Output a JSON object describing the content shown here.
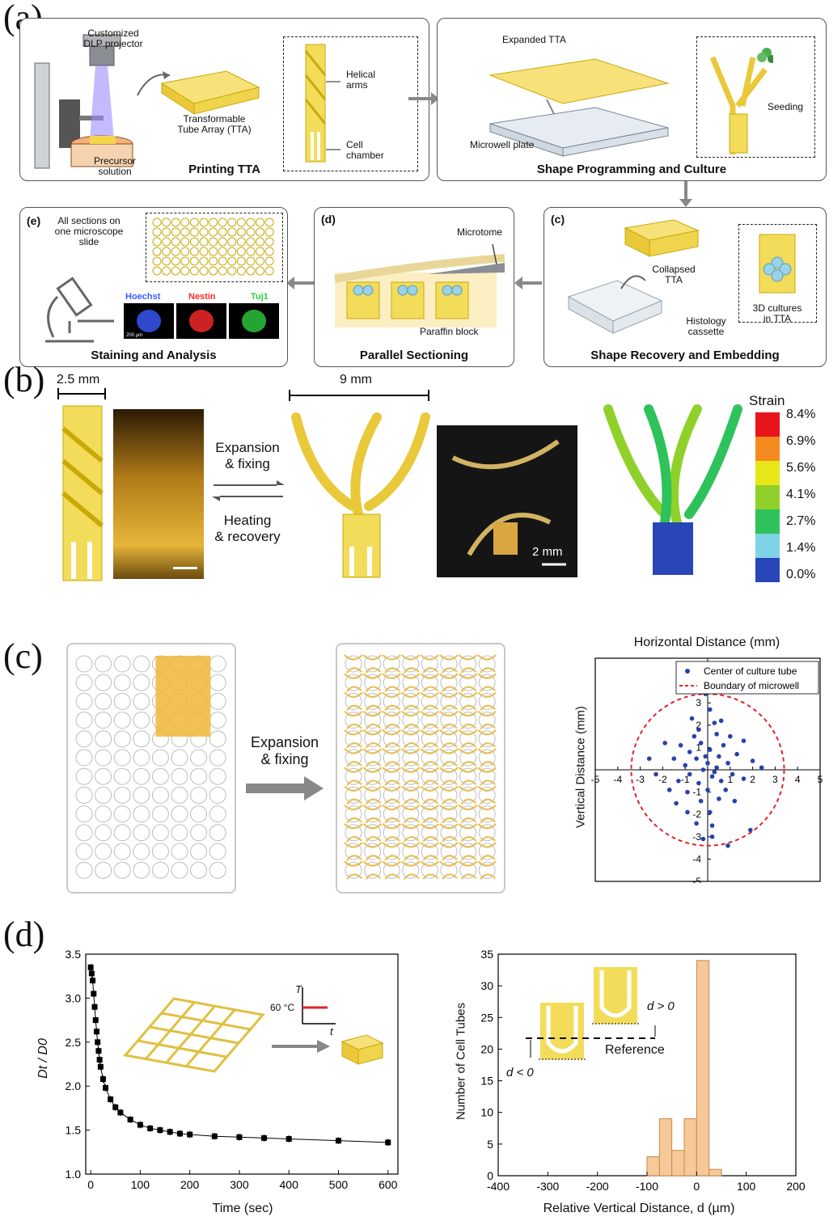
{
  "panel_a": {
    "letter": "(a)",
    "printing": {
      "title": "Printing TTA",
      "projector": "Customized\nDLP projector",
      "precursor": "Precursor\nsolution",
      "tta": "Transformable\nTube Array (TTA)",
      "helical": "Helical\narms",
      "chamber": "Cell\nchamber"
    },
    "programming": {
      "title": "Shape Programming and Culture",
      "expanded": "Expanded TTA",
      "plate": "Microwell plate",
      "seeding": "Seeding"
    },
    "recovery": {
      "tag": "(c)",
      "title": "Shape Recovery and Embedding",
      "collapsed": "Collapsed\nTTA",
      "cassette": "Histology\ncassette",
      "cultures": "3D cultures\nin TTA"
    },
    "sectioning": {
      "tag": "(d)",
      "title": "Parallel Sectioning",
      "microtome": "Microtome",
      "paraffin": "Paraffin block"
    },
    "staining": {
      "tag": "(e)",
      "title": "Staining and Analysis",
      "sections": "All sections on\none microscope\nslide",
      "stains": [
        "Hoechst",
        "Nestin",
        "Tuj1"
      ],
      "stain_colors": [
        "#3a5bff",
        "#ff2a2a",
        "#2ecc40"
      ],
      "scale": "200 µm"
    }
  },
  "panel_b": {
    "letter": "(b)",
    "width_small": "2.5 mm",
    "width_large": "9 mm",
    "expansion": "Expansion\n& fixing",
    "heating": "Heating\n& recovery",
    "scale": "2 mm",
    "strain_title": "Strain",
    "strain_levels": [
      "8.4%",
      "6.9%",
      "5.6%",
      "4.1%",
      "2.7%",
      "1.4%",
      "0.0%"
    ],
    "strain_colors": [
      "#e8141c",
      "#f58a1f",
      "#e6e619",
      "#8fd12a",
      "#2ec25a",
      "#7fd3e6",
      "#2946b8"
    ]
  },
  "panel_c": {
    "letter": "(c)",
    "arrow": "Expansion\n& fixing"
  },
  "panel_d": {
    "letter": "(d)",
    "temp": "60 °C",
    "t_label": "T",
    "time_label": "t",
    "ref_text": "Reference",
    "d_pos": "d > 0",
    "d_neg": "d < 0"
  },
  "chart_data": [
    {
      "type": "scatter",
      "title": "Horizontal Distance (mm)",
      "xlabel": "",
      "ylabel": "Vertical Distance (mm)",
      "xlim": [
        -5,
        5
      ],
      "ylim": [
        -5,
        5
      ],
      "xticks": [
        -5,
        -4,
        -3,
        -2,
        -1,
        0,
        1,
        2,
        3,
        4,
        5
      ],
      "yticks": [
        -5,
        -4,
        -3,
        -2,
        -1,
        1,
        2,
        3
      ],
      "legend": [
        "Center of culture tube",
        "Boundary of microwell"
      ],
      "legend_position": "top-right",
      "boundary_radius": 3.4,
      "point_color": "#2742a8",
      "boundary_color": "#e0242c",
      "points": [
        [
          -0.1,
          3.4
        ],
        [
          0.1,
          2.7
        ],
        [
          -0.7,
          2.3
        ],
        [
          0.3,
          2.1
        ],
        [
          -0.4,
          1.8
        ],
        [
          1.0,
          1.5
        ],
        [
          -1.9,
          1.2
        ],
        [
          -1.2,
          1.1
        ],
        [
          -0.3,
          1.2
        ],
        [
          0.7,
          1.1
        ],
        [
          1.6,
          1.3
        ],
        [
          -0.8,
          0.8
        ],
        [
          0.1,
          0.9
        ],
        [
          1.3,
          0.7
        ],
        [
          -2.6,
          0.5
        ],
        [
          -1.5,
          0.5
        ],
        [
          -0.5,
          0.5
        ],
        [
          0.5,
          0.6
        ],
        [
          2.0,
          0.4
        ],
        [
          -1.0,
          0.2
        ],
        [
          0.0,
          0.3
        ],
        [
          0.9,
          0.3
        ],
        [
          -0.2,
          0.0
        ],
        [
          0.4,
          0.1
        ],
        [
          2.4,
          0.1
        ],
        [
          -2.3,
          -0.2
        ],
        [
          -0.8,
          -0.2
        ],
        [
          0.2,
          -0.3
        ],
        [
          1.1,
          -0.2
        ],
        [
          -1.3,
          -0.5
        ],
        [
          -0.4,
          -0.6
        ],
        [
          0.6,
          -0.5
        ],
        [
          1.6,
          -0.4
        ],
        [
          -0.9,
          -1.0
        ],
        [
          0.0,
          -0.9
        ],
        [
          0.8,
          -0.9
        ],
        [
          -1.4,
          -1.5
        ],
        [
          -0.3,
          -1.4
        ],
        [
          0.5,
          -1.3
        ],
        [
          -0.9,
          -1.9
        ],
        [
          0.1,
          -1.9
        ],
        [
          -0.5,
          -2.4
        ],
        [
          0.2,
          -2.5
        ],
        [
          1.9,
          -2.7
        ],
        [
          0.2,
          -3.0
        ],
        [
          0.9,
          -3.4
        ],
        [
          -0.1,
          0.6
        ],
        [
          0.3,
          -0.1
        ],
        [
          -0.6,
          1.5
        ],
        [
          1.2,
          -1.4
        ],
        [
          -1.7,
          -0.9
        ],
        [
          0.6,
          2.2
        ],
        [
          -0.2,
          -3.1
        ],
        [
          0.4,
          1.6
        ]
      ]
    },
    {
      "type": "line",
      "title": "",
      "xlabel": "Time (sec)",
      "ylabel": "Dt / D0",
      "xlim": [
        -10,
        620
      ],
      "ylim": [
        1.0,
        3.5
      ],
      "xticks": [
        0,
        100,
        200,
        300,
        400,
        500,
        600
      ],
      "yticks": [
        1.0,
        1.5,
        2.0,
        2.5,
        3.0,
        3.5
      ],
      "x": [
        0,
        2,
        4,
        6,
        8,
        10,
        12,
        14,
        16,
        18,
        20,
        25,
        30,
        40,
        50,
        60,
        80,
        100,
        120,
        140,
        160,
        180,
        200,
        250,
        300,
        350,
        400,
        500,
        600
      ],
      "y": [
        3.35,
        3.28,
        3.2,
        3.05,
        2.9,
        2.75,
        2.62,
        2.5,
        2.4,
        2.3,
        2.22,
        2.08,
        1.98,
        1.85,
        1.76,
        1.7,
        1.62,
        1.56,
        1.52,
        1.5,
        1.48,
        1.46,
        1.45,
        1.43,
        1.42,
        1.41,
        1.4,
        1.38,
        1.36
      ]
    },
    {
      "type": "bar",
      "title": "",
      "xlabel": "Relative Vertical Distance, d (µm)",
      "ylabel": "Number of Cell Tubes",
      "xlim": [
        -400,
        200
      ],
      "ylim": [
        0,
        35
      ],
      "xticks": [
        -400,
        -300,
        -200,
        -100,
        0,
        100,
        200
      ],
      "yticks": [
        0,
        5,
        10,
        15,
        20,
        25,
        30,
        35
      ],
      "bin_width": 25,
      "bins": [
        -100,
        -75,
        -50,
        -25,
        0,
        25
      ],
      "values": [
        3,
        9,
        4,
        9,
        34,
        1
      ],
      "bar_color": "#f7c898"
    }
  ]
}
